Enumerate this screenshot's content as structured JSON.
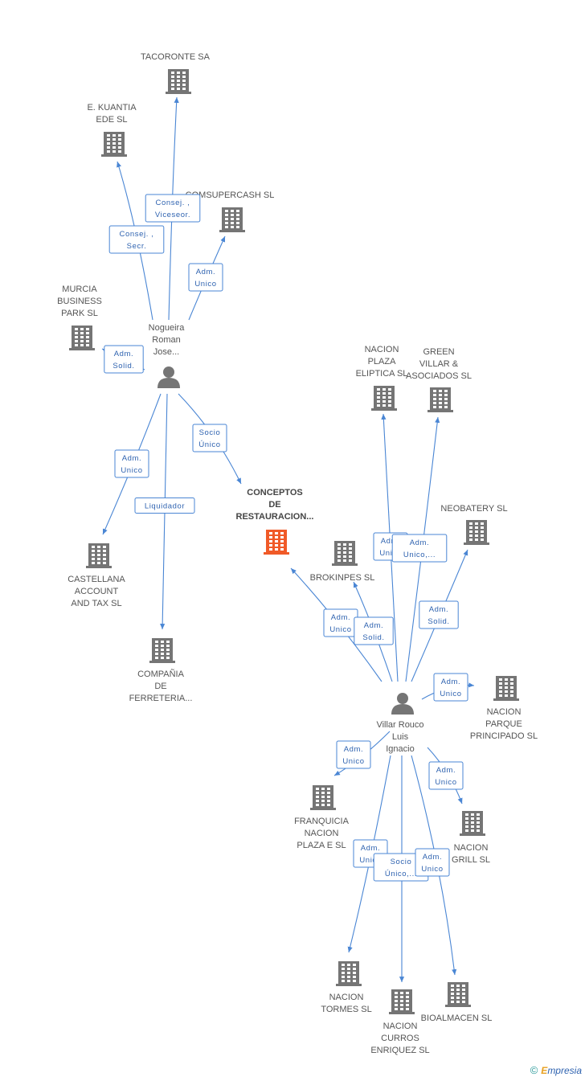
{
  "colors": {
    "edge": "#4a86d4",
    "building": "#757575",
    "building_focus": "#f05a28",
    "person": "#757575"
  },
  "nodes": [
    {
      "id": "tacoronte",
      "type": "company",
      "label": [
        "TACORONTE SA"
      ]
    },
    {
      "id": "ekuantia",
      "type": "company",
      "label": [
        "E. KUANTIA",
        "EDE  SL"
      ]
    },
    {
      "id": "comsupercash",
      "type": "company",
      "label": [
        "COMSUPERCASH SL"
      ]
    },
    {
      "id": "murcia",
      "type": "company",
      "label": [
        "MURCIA",
        "BUSINESS",
        "PARK SL"
      ]
    },
    {
      "id": "nogueira",
      "type": "person",
      "label": [
        "Nogueira",
        "Roman",
        "Jose..."
      ]
    },
    {
      "id": "conceptos",
      "type": "company",
      "focus": true,
      "label": [
        "CONCEPTOS",
        "DE",
        "RESTAURACION..."
      ]
    },
    {
      "id": "castellana",
      "type": "company",
      "label": [
        "CASTELLANA",
        "ACCOUNT",
        "AND TAX SL"
      ]
    },
    {
      "id": "compania",
      "type": "company",
      "label": [
        "COMPAÑIA",
        "DE",
        "FERRETERIA..."
      ]
    },
    {
      "id": "nacion_eliptica",
      "type": "company",
      "label": [
        "NACION",
        "PLAZA",
        "ELIPTICA  SL"
      ]
    },
    {
      "id": "green_villar",
      "type": "company",
      "label": [
        "GREEN",
        "VILLAR &",
        "ASOCIADOS  SL"
      ]
    },
    {
      "id": "neobatery",
      "type": "company",
      "label": [
        "NEOBATERY SL"
      ]
    },
    {
      "id": "brokinpes",
      "type": "company",
      "label": [
        "BROKINPES  SL"
      ]
    },
    {
      "id": "villar",
      "type": "person",
      "label": [
        "Villar Rouco",
        "Luis",
        "Ignacio"
      ]
    },
    {
      "id": "nacion_parque",
      "type": "company",
      "label": [
        "NACION",
        "PARQUE",
        "PRINCIPADO SL"
      ]
    },
    {
      "id": "franquicia",
      "type": "company",
      "label": [
        "FRANQUICIA",
        "NACION",
        "PLAZA E  SL"
      ]
    },
    {
      "id": "nacion_grill",
      "type": "company",
      "label": [
        "NACION",
        "GRILL SL"
      ]
    },
    {
      "id": "nacion_tormes",
      "type": "company",
      "label": [
        "NACION",
        "TORMES SL"
      ]
    },
    {
      "id": "nacion_curros",
      "type": "company",
      "label": [
        "NACION",
        "CURROS",
        "ENRIQUEZ  SL"
      ]
    },
    {
      "id": "bioalmacen",
      "type": "company",
      "label": [
        "BIOALMACEN SL"
      ]
    }
  ],
  "relations": [
    {
      "from": "nogueira",
      "to": "tacoronte",
      "label": [
        "Consej. ,",
        "Viceseor."
      ]
    },
    {
      "from": "nogueira",
      "to": "ekuantia",
      "label": [
        "Consej. ,",
        "Secr."
      ]
    },
    {
      "from": "nogueira",
      "to": "comsupercash",
      "label": [
        "Adm.",
        "Unico"
      ]
    },
    {
      "from": "nogueira",
      "to": "murcia",
      "label": [
        "Adm.",
        "Solid."
      ]
    },
    {
      "from": "nogueira",
      "to": "conceptos",
      "label": [
        "Socio",
        "Único"
      ]
    },
    {
      "from": "nogueira",
      "to": "castellana",
      "label": [
        "Adm.",
        "Unico"
      ]
    },
    {
      "from": "nogueira",
      "to": "compania",
      "label": [
        "Liquidador"
      ]
    },
    {
      "from": "villar",
      "to": "nacion_eliptica",
      "label": [
        "Adm.",
        "Unico"
      ]
    },
    {
      "from": "villar",
      "to": "green_villar",
      "label": [
        "Adm.",
        "Unico,..."
      ]
    },
    {
      "from": "villar",
      "to": "neobatery",
      "label": [
        "Adm.",
        "Solid."
      ]
    },
    {
      "from": "villar",
      "to": "conceptos",
      "label": [
        "Adm.",
        "Unico"
      ]
    },
    {
      "from": "villar",
      "to": "brokinpes",
      "label": [
        "Adm.",
        "Solid."
      ]
    },
    {
      "from": "villar",
      "to": "nacion_parque",
      "label": [
        "Adm.",
        "Unico"
      ]
    },
    {
      "from": "villar",
      "to": "franquicia",
      "label": [
        "Adm.",
        "Unico"
      ]
    },
    {
      "from": "villar",
      "to": "nacion_grill",
      "label": [
        "Adm.",
        "Unico"
      ]
    },
    {
      "from": "villar",
      "to": "nacion_tormes",
      "label": [
        "Adm.",
        "Unico"
      ]
    },
    {
      "from": "villar",
      "to": "nacion_curros",
      "label": [
        "Socio",
        "Único,..."
      ]
    },
    {
      "from": "villar",
      "to": "bioalmacen",
      "label": [
        "Adm.",
        "Unico"
      ]
    }
  ],
  "footer": {
    "copyright": "©",
    "brand_initial": "E",
    "brand_rest": "mpresia"
  }
}
